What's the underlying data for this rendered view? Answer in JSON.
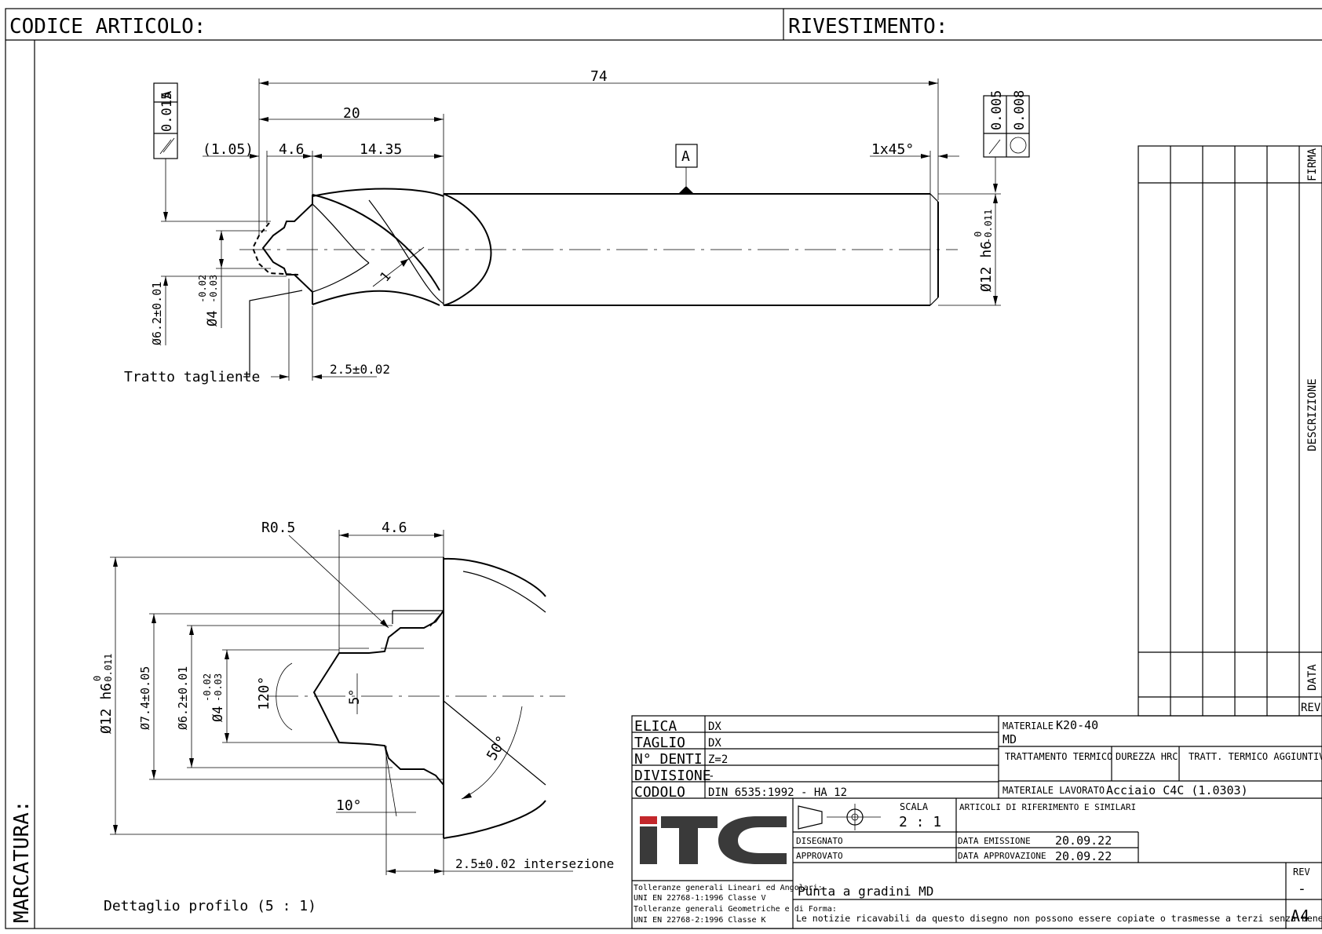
{
  "header": {
    "codice_label": "CODICE ARTICOLO:",
    "rivestimento_label": "RIVESTIMENTO:",
    "marcatura_label": "MARCATURA:"
  },
  "main_view": {
    "dim_total_length": "74",
    "dim_cut_length": "20",
    "dim_chamfer_offset": "(1.05)",
    "dim_step": "4.6",
    "dim_flute": "14.35",
    "dim_edge_chamfer": "1x45°",
    "datum": "A",
    "runout_value": "0.015",
    "runout_datum": "A",
    "cyl_value_1": "0.005",
    "cyl_value_2": "0.008",
    "dim_d62": "Ø6.2±0.01",
    "dim_d4": "Ø4",
    "dim_d4_upper": "-0.02",
    "dim_d4_lower": "-0.03",
    "dim_shank_d": "Ø12 h6",
    "dim_shank_tol_upper": "0",
    "dim_shank_tol_lower": "-0.011",
    "dim_1": "1",
    "leader_label": "Tratto tagliente",
    "dim_25": "2.5±0.02"
  },
  "detail_view": {
    "dim_r05": "R0.5",
    "dim_46": "4.6",
    "dim_d12": "Ø12 h6",
    "dim_d12_tol_upper": "0",
    "dim_d12_tol_lower": "-0.011",
    "dim_d74": "Ø7.4±0.05",
    "dim_d62": "Ø6.2±0.01",
    "dim_d4": "Ø4",
    "dim_d4_upper": "-0.02",
    "dim_d4_lower": "-0.03",
    "angle_120": "120°",
    "angle_5": "5°",
    "angle_50": "50°",
    "angle_10": "10°",
    "dim_25": "2.5±0.02 intersezione",
    "caption": "Dettaglio profilo (5 : 1)"
  },
  "revision_table": {
    "firma": "FIRMA",
    "descrizione": "DESCRIZIONE",
    "data": "DATA",
    "rev": "REV"
  },
  "title_block": {
    "rows": [
      {
        "label": "ELICA",
        "value": "DX"
      },
      {
        "label": "TAGLIO",
        "value": "DX"
      },
      {
        "label": "N° DENTI",
        "value": "Z=2"
      },
      {
        "label": "DIVISIONE",
        "value": "-"
      },
      {
        "label": "CODOLO",
        "value": "DIN 6535:1992 - HA 12"
      }
    ],
    "materiale_label": "MATERIALE",
    "materiale_value": "K20-40",
    "materiale_sub": "MD",
    "trattamento": "TRATTAMENTO TERMICO",
    "durezza": "DUREZZA HRC",
    "tratt_aggiuntivo": "TRATT. TERMICO AGGIUNTIVO",
    "materiale_lavorato_label": "MATERIALE LAVORATO",
    "materiale_lavorato_value": "Acciaio C4C (1.0303)",
    "scala_label": "SCALA",
    "scala_value": "2 : 1",
    "articoli": "ARTICOLI DI RIFERIMENTO E SIMILARI",
    "disegnato": "DISEGNATO",
    "approvato": "APPROVATO",
    "data_emissione_label": "DATA EMISSIONE",
    "data_emissione": "20.09.22",
    "data_approvazione_label": "DATA APPROVAZIONE",
    "data_approvazione": "20.09.22",
    "rev_label": "REV",
    "rev_value": "-",
    "title": "Punta a gradini MD",
    "tol_1": "Tolleranze generali Lineari ed Angolari:",
    "tol_2": "UNI EN 22768-1:1996 Classe V",
    "tol_3": "Tolleranze generali Geometriche e di Forma:",
    "tol_4": "UNI EN 22768-2:1996 Classe K",
    "notice": "Le notizie ricavabili da questo disegno non possono essere copiate o trasmesse a terzi senza benestare scritto.",
    "format": "A4",
    "logo_color": "#c3272b",
    "logo_gray": "#3a3a3a"
  }
}
